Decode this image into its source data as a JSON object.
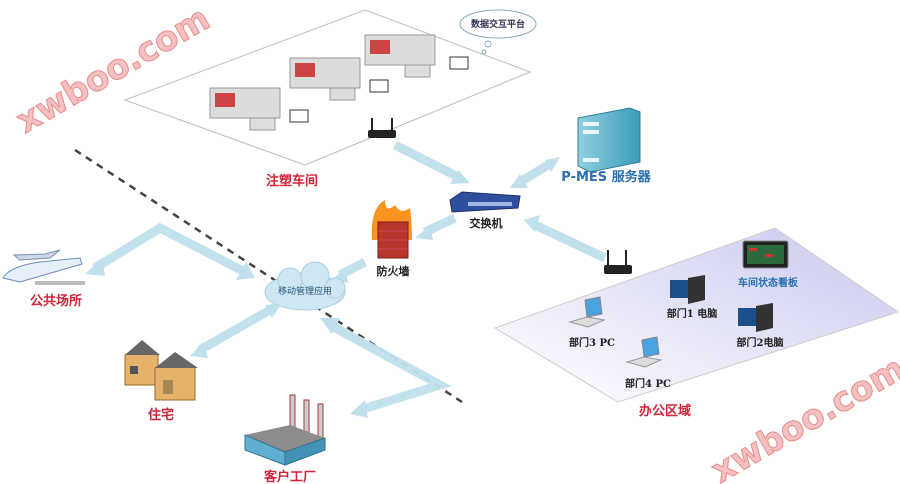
{
  "labels": {
    "workshop": "注塑车间",
    "data_platform": "数据交互平台",
    "server": "P-MES 服务器",
    "switch": "交换机",
    "firewall": "防火墙",
    "mobile_app": "移动管理应用",
    "public_place": "公共场所",
    "residence": "住宅",
    "customer_factory": "客户工厂",
    "office_area": "办公区域",
    "dashboard": "车间状态看板",
    "dept1": "部门1  电脑",
    "dept2": "部门2电脑",
    "dept3": "部门3  PC",
    "dept4": "部门4  PC"
  },
  "watermark": "xwboo.com",
  "colors": {
    "label_red": "#d0243a",
    "label_blue": "#2a6fb0",
    "arrow": "#bfe0ec",
    "office_plane": "#d9d9f5"
  }
}
